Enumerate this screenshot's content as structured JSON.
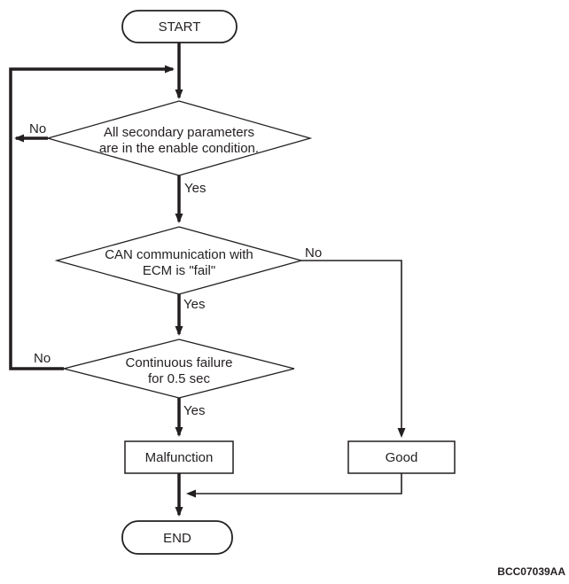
{
  "diagram": {
    "code": "BCC07039AA",
    "colors": {
      "line": "#231f20",
      "background": "#ffffff"
    },
    "nodes": {
      "start": {
        "label": "START"
      },
      "decision_secondary_params": {
        "line1": "All secondary parameters",
        "line2": "are in the enable condition."
      },
      "decision_can_comm": {
        "line1": "CAN communication with",
        "line2": "ECM is \"fail\""
      },
      "decision_continuous_failure": {
        "line1": "Continuous failure",
        "line2": "for 0.5 sec"
      },
      "malfunction": {
        "label": "Malfunction"
      },
      "good": {
        "label": "Good"
      },
      "end": {
        "label": "END"
      }
    },
    "edge_labels": {
      "d1_no": "No",
      "d1_yes": "Yes",
      "d2_no": "No",
      "d2_yes": "Yes",
      "d3_no": "No",
      "d3_yes": "Yes"
    }
  }
}
